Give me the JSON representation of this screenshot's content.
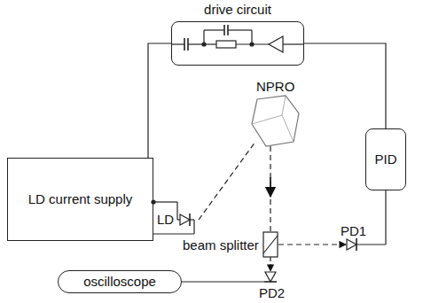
{
  "diagram": {
    "nodes": [
      {
        "text": [
          "drive circuit"
        ]
      },
      {
        "text": [
          "LD current supply"
        ]
      },
      {
        "text": [
          "PID"
        ]
      },
      {
        "text": [
          "oscilloscope"
        ]
      }
    ],
    "edges": [
      {
        "from": 0,
        "to": 1,
        "arrow": "none"
      },
      {
        "from": 2,
        "to": 0,
        "arrow": "none"
      }
    ],
    "labels": [
      "LD",
      "NPRO",
      "beam splitter",
      "PD1",
      "PD2"
    ]
  }
}
